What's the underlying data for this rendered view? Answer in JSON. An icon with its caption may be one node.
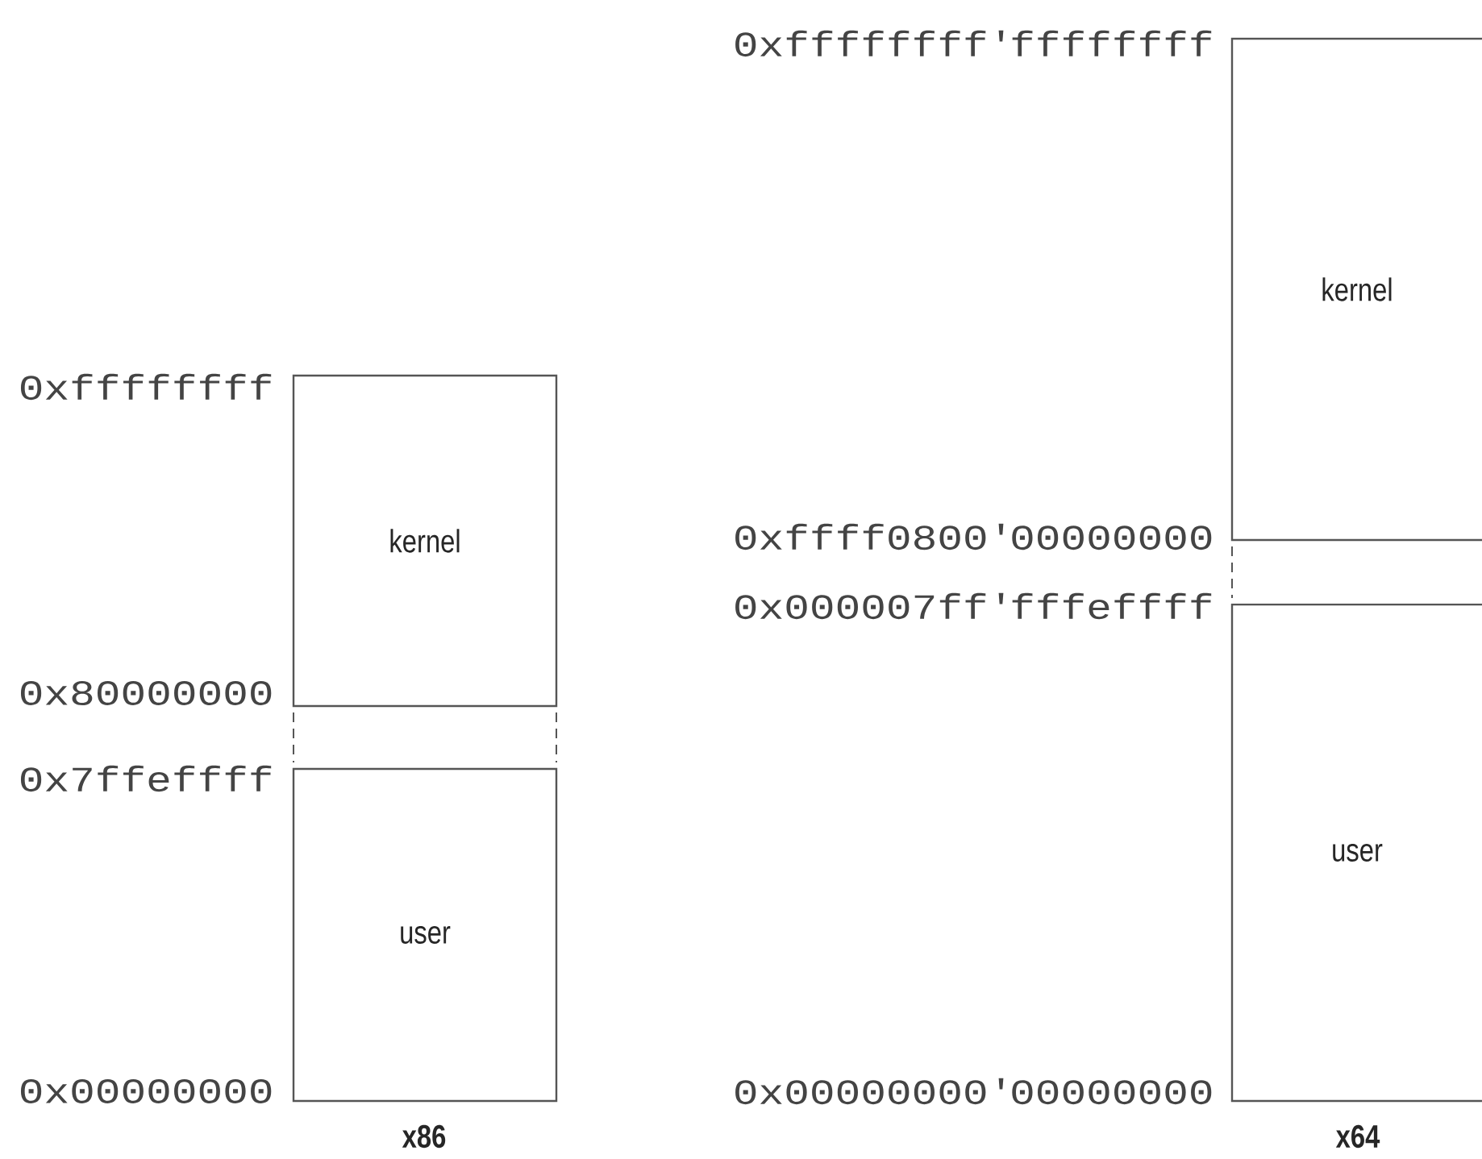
{
  "diagram": {
    "nodes": [
      {
        "text": [
          "kernel"
        ]
      },
      {
        "text": [
          "user"
        ]
      },
      {
        "text": [
          "kernel"
        ]
      },
      {
        "text": [
          "user"
        ]
      }
    ],
    "labels": [
      "0xffffffff",
      "0x80000000",
      "0x7ffeffff",
      "0x00000000",
      "0xffffffff'ffffffff",
      "0xffff0800'00000000",
      "0x000007ff'fffeffff",
      "0x00000000'00000000",
      "x86",
      "x64"
    ]
  }
}
